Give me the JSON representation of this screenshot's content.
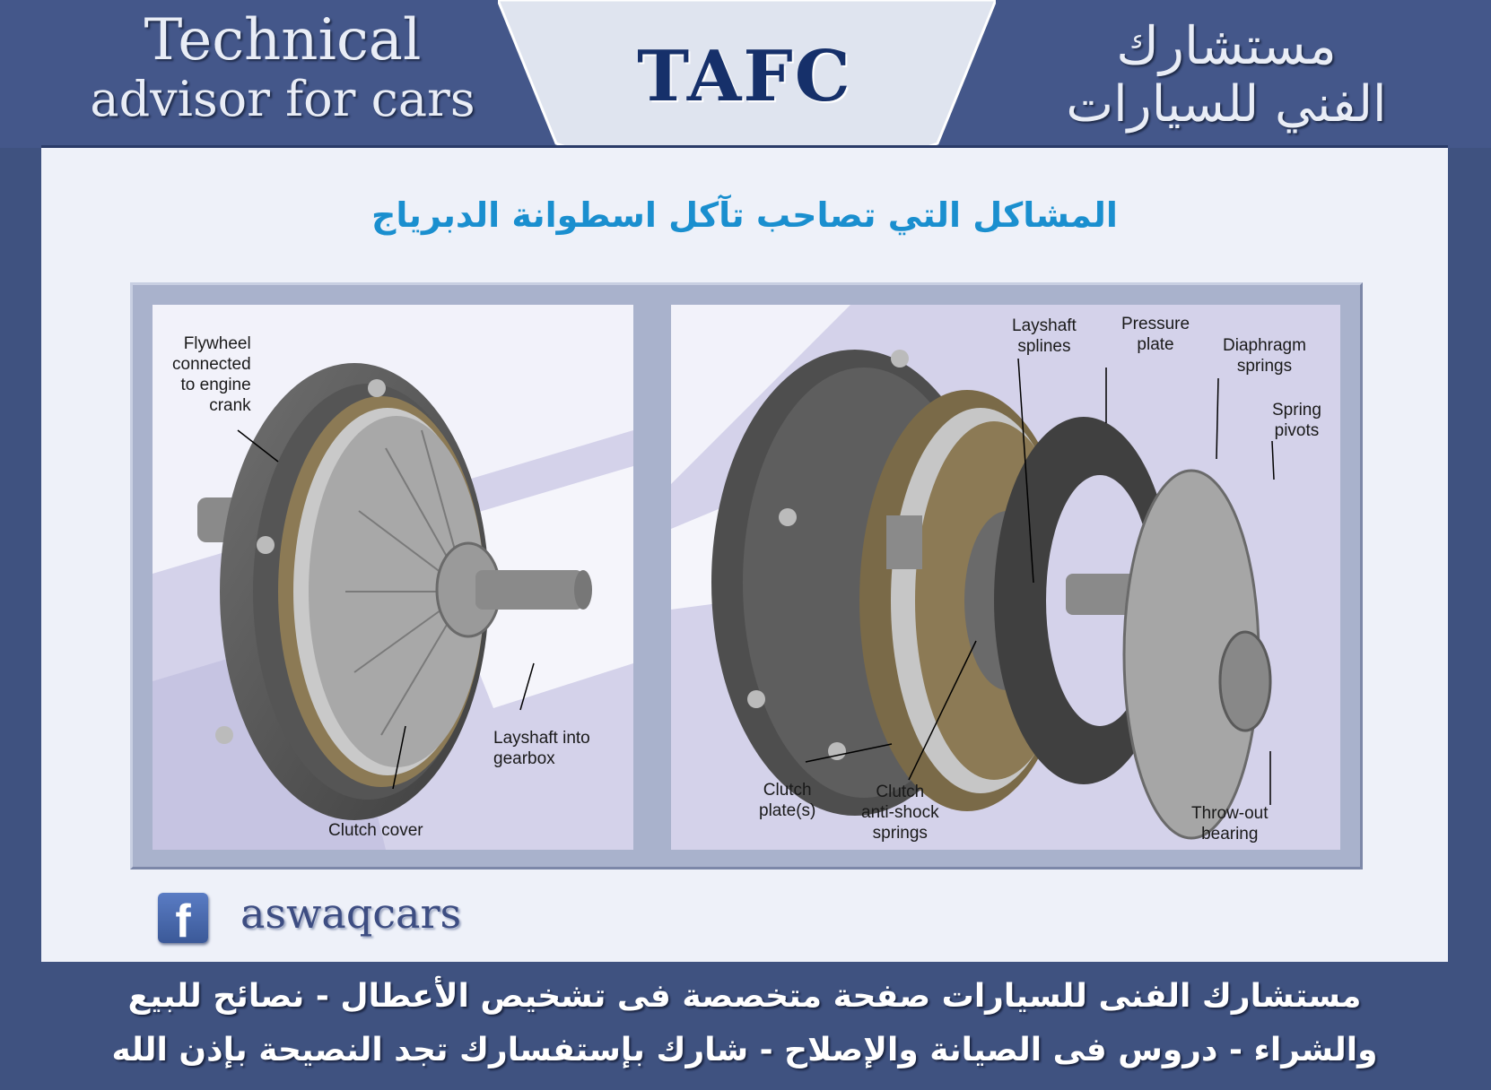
{
  "header": {
    "title_en_line1": "Technical",
    "title_en_line2": "advisor for cars",
    "logo": "TAFC",
    "title_ar_line1": "مستشارك",
    "title_ar_line2": "الفني للسيارات"
  },
  "heading": "المشاكل التي تصاحب تآكل اسطوانة الدبرياج",
  "diagram_left": {
    "labels": {
      "flywheel": [
        "Flywheel",
        "connected",
        "to engine",
        "crank"
      ],
      "layshaft": [
        "Layshaft into",
        "gearbox"
      ],
      "clutch_cover": "Clutch cover"
    }
  },
  "diagram_right": {
    "labels": {
      "layshaft_splines": [
        "Layshaft",
        "splines"
      ],
      "pressure_plate": [
        "Pressure",
        "plate"
      ],
      "diaphragm_springs": [
        "Diaphragm",
        "springs"
      ],
      "spring_pivots": [
        "Spring",
        "pivots"
      ],
      "clutch_plates": [
        "Clutch",
        "plate(s)"
      ],
      "anti_shock": [
        "Clutch",
        "anti-shock",
        "springs"
      ],
      "throw_out": [
        "Throw-out",
        "bearing"
      ]
    }
  },
  "social": {
    "icon": "facebook-icon",
    "name": "aswaqcars"
  },
  "footer": {
    "line1": "مستشارك الفنى للسيارات صفحة متخصصة فى تشخيص الأعطال - نصائح للبيع",
    "line2": "والشراء - دروس فى الصيانة والإصلاح - شارك بإستفسارك تجد النصيحة بإذن الله"
  },
  "colors": {
    "background": "#3f5280",
    "panel": "#eef1f9",
    "heading": "#1a8fcf",
    "logo": "#16306a"
  }
}
